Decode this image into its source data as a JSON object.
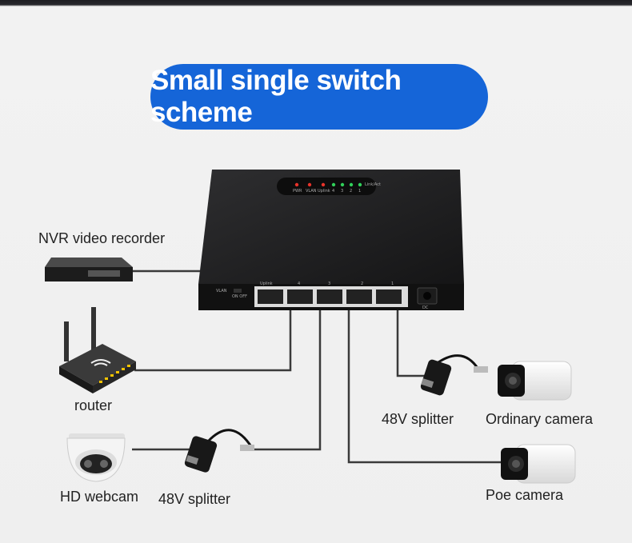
{
  "title": "Small single switch scheme",
  "labels": {
    "nvr": "NVR video recorder",
    "router": "router",
    "hd_webcam": "HD webcam",
    "splitter_left": "48V splitter",
    "splitter_right": "48V splitter",
    "ordinary_camera": "Ordinary camera",
    "poe_camera": "Poe camera"
  },
  "switch_panel": {
    "led_labels": [
      "PWR",
      "VLAN",
      "Uplink",
      "4",
      "3",
      "2",
      "1",
      "Link/Act"
    ],
    "port_labels": [
      "Uplink",
      "4",
      "3",
      "2",
      "1"
    ],
    "vlan_label": "VLAN",
    "onoff_label": "ON OFF",
    "dc_label": "DC"
  },
  "colors": {
    "title_bg": "#1565d8",
    "led_red": "#e8332a",
    "led_green": "#31d05a"
  }
}
